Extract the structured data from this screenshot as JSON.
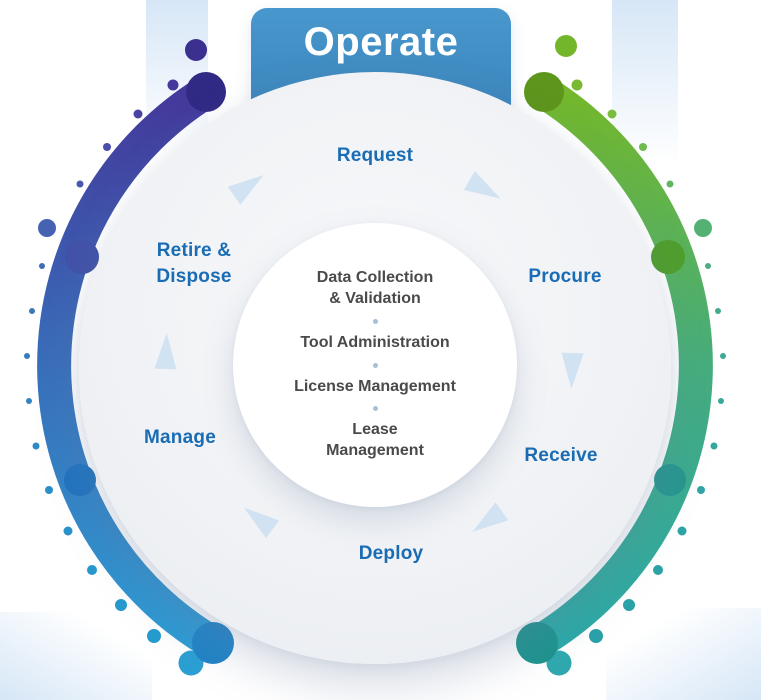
{
  "diagram": {
    "banner_label": "Operate",
    "stages": [
      {
        "id": "request",
        "label": "Request"
      },
      {
        "id": "procure",
        "label": "Procure"
      },
      {
        "id": "receive",
        "label": "Receive"
      },
      {
        "id": "deploy",
        "label": "Deploy"
      },
      {
        "id": "manage",
        "label": "Manage"
      },
      {
        "id": "retire-dispose",
        "label": "Retire &\nDispose"
      }
    ],
    "center_services": [
      "Data Collection\n& Validation",
      "Tool Administration",
      "License Management",
      "Lease\nManagement"
    ],
    "colors": {
      "banner_blue": "#4191c7",
      "stage_label_blue": "#1a6cb4",
      "center_text_gray": "#4a4a4a",
      "arc_left_top": "#44389b",
      "arc_left_bottom": "#2d9bd3",
      "arc_right_top": "#74b72b",
      "arc_right_bottom": "#2ba8a8",
      "arrow_light_blue": "#d1e2f2"
    }
  }
}
